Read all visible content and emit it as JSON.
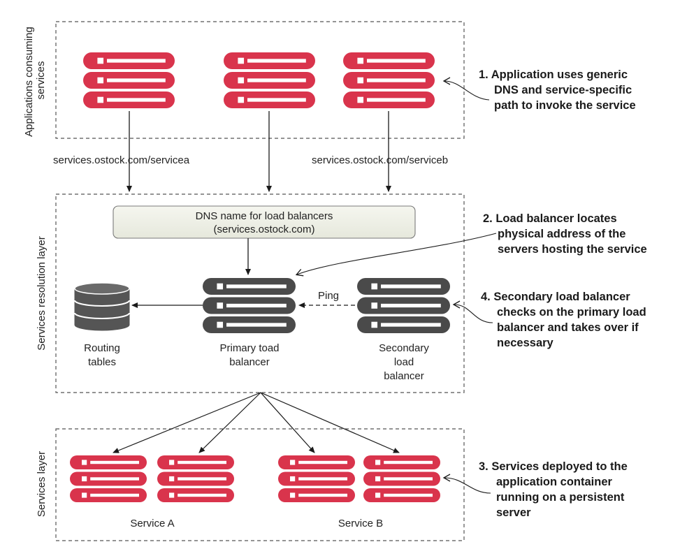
{
  "layers": {
    "applications": "Applications consuming services",
    "resolution": "Services resolution layer",
    "services": "Services layer"
  },
  "urls": {
    "servicea": "services.ostock.com/servicea",
    "serviceb": "services.ostock.com/serviceb"
  },
  "dns_box": {
    "line1": "DNS name for load balancers",
    "line2": "(services.ostock.com)"
  },
  "labels": {
    "routing_line1": "Routing",
    "routing_line2": "tables",
    "primary_line1": "Primary toad",
    "primary_line2": "balancer",
    "secondary_line1": "Secondary",
    "secondary_line2": "load",
    "secondary_line3": "balancer",
    "ping": "Ping",
    "service_a": "Service A",
    "service_b": "Service B"
  },
  "notes": {
    "n1": [
      "1. Application uses generic",
      "DNS and service-specific",
      "path to invoke the service"
    ],
    "n2": [
      "2. Load balancer locates",
      "physical address of the",
      "servers hosting the service"
    ],
    "n4": [
      "4. Secondary load balancer",
      "checks on the primary load",
      "balancer and takes over if",
      "necessary"
    ],
    "n3": [
      "3. Services deployed to the",
      "application container",
      "running on a persistent",
      "server"
    ]
  },
  "colors": {
    "server_red": "#d9344c",
    "server_dark": "#4a4a4a",
    "dns_fill": "#eef0e6"
  }
}
